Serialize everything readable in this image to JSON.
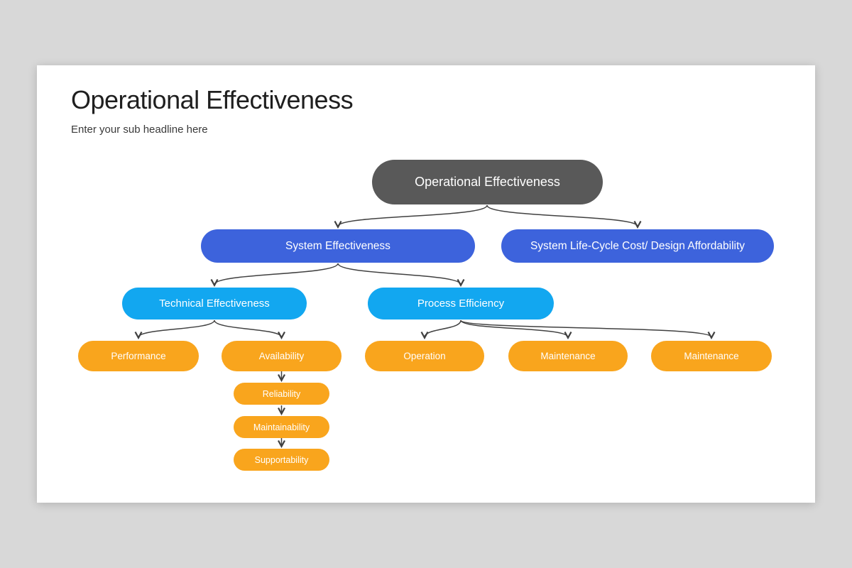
{
  "slide": {
    "title": "Operational Effectiveness",
    "subtitle": "Enter your sub headline here"
  },
  "colors": {
    "page_background": "#D8D8D8",
    "slide_background": "#FFFFFF",
    "root_node": "#595959",
    "level2_node": "#3D63DC",
    "level3_node": "#12A7F0",
    "level4_node": "#F9A51D",
    "connector": "#404040",
    "node_text": "#FFFFFF"
  },
  "diagram": {
    "root": {
      "label": "Operational Effectiveness"
    },
    "level2": [
      {
        "label": "System Effectiveness"
      },
      {
        "label": "System Life-Cycle Cost/ Design Affordability"
      }
    ],
    "level3": [
      {
        "label": "Technical Effectiveness"
      },
      {
        "label": "Process Efficiency"
      }
    ],
    "level4": [
      {
        "label": "Performance"
      },
      {
        "label": "Availability"
      },
      {
        "label": "Operation"
      },
      {
        "label": "Maintenance"
      },
      {
        "label": "Maintenance"
      }
    ],
    "availability_chain": [
      {
        "label": "Reliability"
      },
      {
        "label": "Maintainability"
      },
      {
        "label": "Supportability"
      }
    ]
  }
}
